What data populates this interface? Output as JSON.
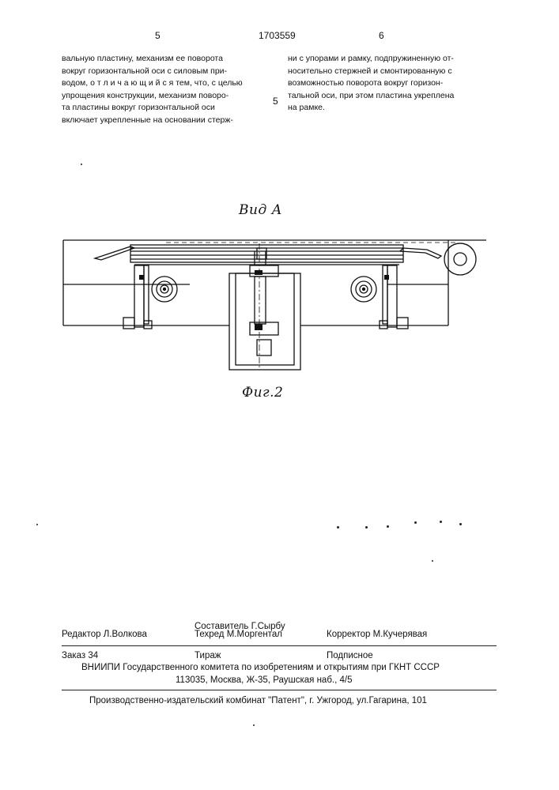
{
  "header": {
    "page_left": "5",
    "doc_number": "1703559",
    "page_right": "6"
  },
  "text": {
    "left_column": "вальную пластину, механизм ее поворота\nвокруг горизонтальной оси с силовым при-\nводом, о т л и ч а ю щ и й с я тем, что, с целью\nупрощения конструкции, механизм поворо-\nта пластины вокруг горизонтальной оси\nвключает укрепленные на основании стерж-",
    "line_marker": "5",
    "right_column": "ни с упорами и рамку, подпружиненную от-\nносительно стержней и смонтированную с\nвозможностью поворота вокруг горизон-\nтальной оси, при этом пластина укреплена\nна рамке."
  },
  "figure": {
    "view_label": "Вид А",
    "caption": "Фиг.2"
  },
  "imprint": {
    "compiler": "Составитель Г.Сырбу",
    "editor": "Редактор  Л.Волкова",
    "techred": "Техред М.Моргентал",
    "corrector": "Корректор М.Кучерявая",
    "order": "Заказ 34",
    "circulation": "Тираж",
    "subscription": "Подписное",
    "institute": "ВНИИПИ Государственного комитета по изобретениям и открытиям при ГКНТ СССР",
    "address": "113035, Москва, Ж-35, Раушская наб., 4/5",
    "publisher": "Производственно-издательский комбинат \"Патент\", г. Ужгород, ул.Гагарина, 101"
  }
}
